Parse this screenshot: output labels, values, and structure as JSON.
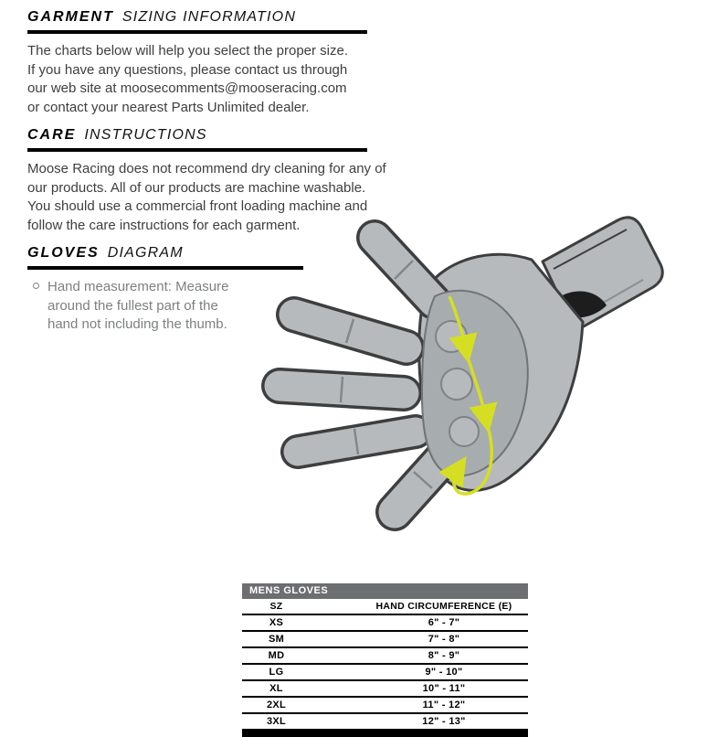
{
  "sections": {
    "garment": {
      "title_bold": "GARMENT",
      "title_light": "SIZING INFORMATION",
      "body": "The charts below will help you select the proper size.\nIf you have any questions, please contact us through\nour web site at moosecomments@mooseracing.com\nor contact your nearest Parts Unlimited dealer."
    },
    "care": {
      "title_bold": "CARE",
      "title_light": "INSTRUCTIONS",
      "body": "Moose Racing does not recommend dry cleaning for any of\nour products. All of our products are machine washable.\nYou should use a commercial front loading machine and\nfollow the care instructions for each garment."
    },
    "gloves": {
      "title_bold": "GLOVES",
      "title_light": "DIAGRAM",
      "bullet": "Hand measurement: Measure\naround the fullest part of the\nhand not including the thumb."
    }
  },
  "size_chart": {
    "title": "MENS GLOVES",
    "columns": [
      "SZ",
      "HAND CIRCUMFERENCE (E)"
    ],
    "rows": [
      {
        "size": "XS",
        "circumference": "6\" - 7\""
      },
      {
        "size": "SM",
        "circumference": "7\" - 8\""
      },
      {
        "size": "MD",
        "circumference": "8\" - 9\""
      },
      {
        "size": "LG",
        "circumference": "9\" - 10\""
      },
      {
        "size": "XL",
        "circumference": "10\" - 11\""
      },
      {
        "size": "2XL",
        "circumference": "11\" - 12\""
      },
      {
        "size": "3XL",
        "circumference": "12\" - 13\""
      }
    ]
  },
  "colors": {
    "measure_arrow_yellow": "#d6de23",
    "table_header_gray": "#6d6e71",
    "body_text": "#3e3e3e",
    "bullet_text": "#7d8082",
    "glove_gray": "#b6babc"
  }
}
